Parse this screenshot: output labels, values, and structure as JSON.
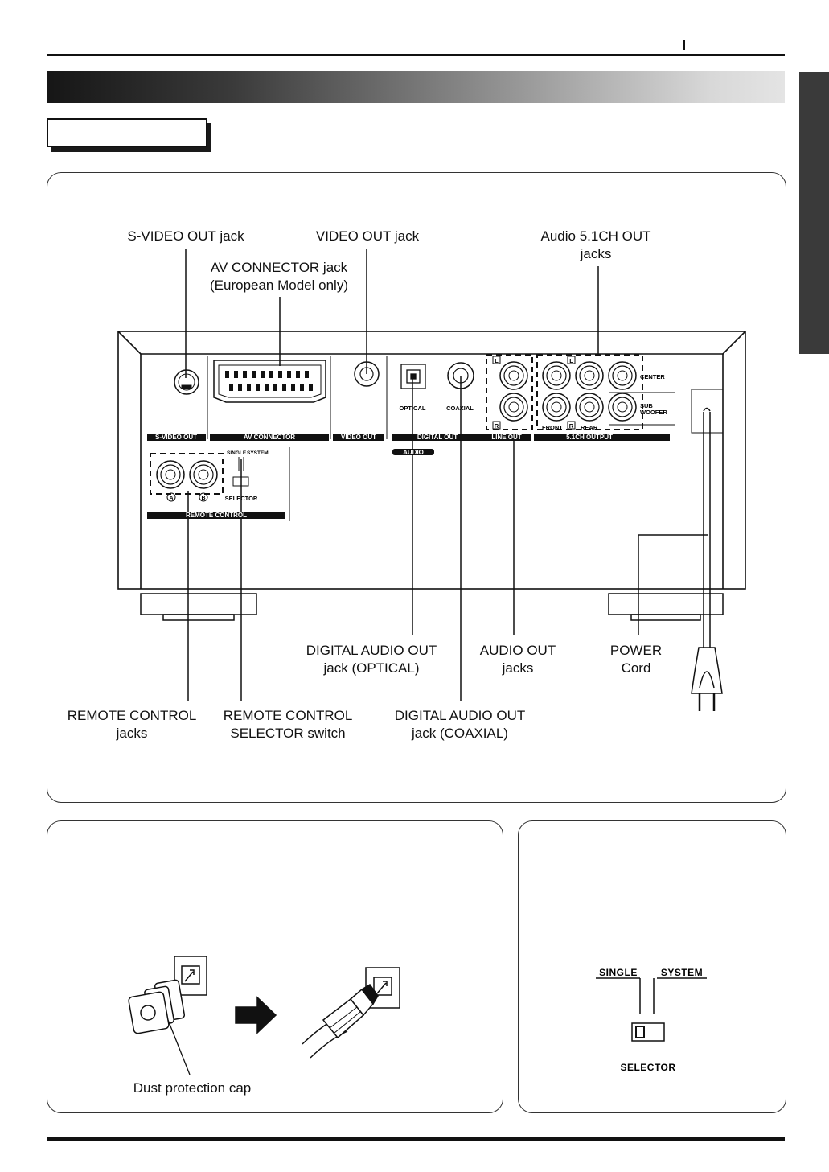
{
  "callouts": {
    "s_video_out": "S-VIDEO OUT jack",
    "video_out": "VIDEO OUT jack",
    "audio_51ch_line1": "Audio 5.1CH OUT",
    "audio_51ch_line2": "jacks",
    "av_connector_line1": "AV CONNECTOR jack",
    "av_connector_line2": "(European Model only)",
    "digital_optical_line1": "DIGITAL AUDIO OUT",
    "digital_optical_line2": "jack (OPTICAL)",
    "audio_out_line1": "AUDIO OUT",
    "audio_out_line2": "jacks",
    "power_line1": "POWER",
    "power_line2": "Cord",
    "remote_jacks_line1": "REMOTE CONTROL",
    "remote_jacks_line2": "jacks",
    "remote_selector_line1": "REMOTE CONTROL",
    "remote_selector_line2": "SELECTOR switch",
    "digital_coaxial_line1": "DIGITAL AUDIO OUT",
    "digital_coaxial_line2": "jack (COAXIAL)"
  },
  "panel_labels": {
    "s_video_out": "S-VIDEO OUT",
    "av_connector": "AV CONNECTOR",
    "video_out": "VIDEO OUT",
    "digital_out": "DIGITAL OUT",
    "line_out": "LINE OUT",
    "output_51ch": "5.1CH OUTPUT",
    "audio": "AUDIO",
    "optical": "OPTICAL",
    "coaxial": "COAXIAL",
    "center": "CENTER",
    "sub": "SUB",
    "woofer": "WOOFER",
    "front": "FRONT",
    "rear": "REAR",
    "l": "L",
    "r": "R",
    "single": "SINGLE",
    "system": "SYSTEM",
    "selector": "SELECTOR",
    "remote_control": "REMOTE CONTROL",
    "jack_a": "A",
    "jack_b": "B"
  },
  "optical_panel": {
    "dust_cap_label": "Dust protection cap"
  },
  "selector_panel": {
    "single": "SINGLE",
    "system": "SYSTEM",
    "selector": "SELECTOR"
  }
}
